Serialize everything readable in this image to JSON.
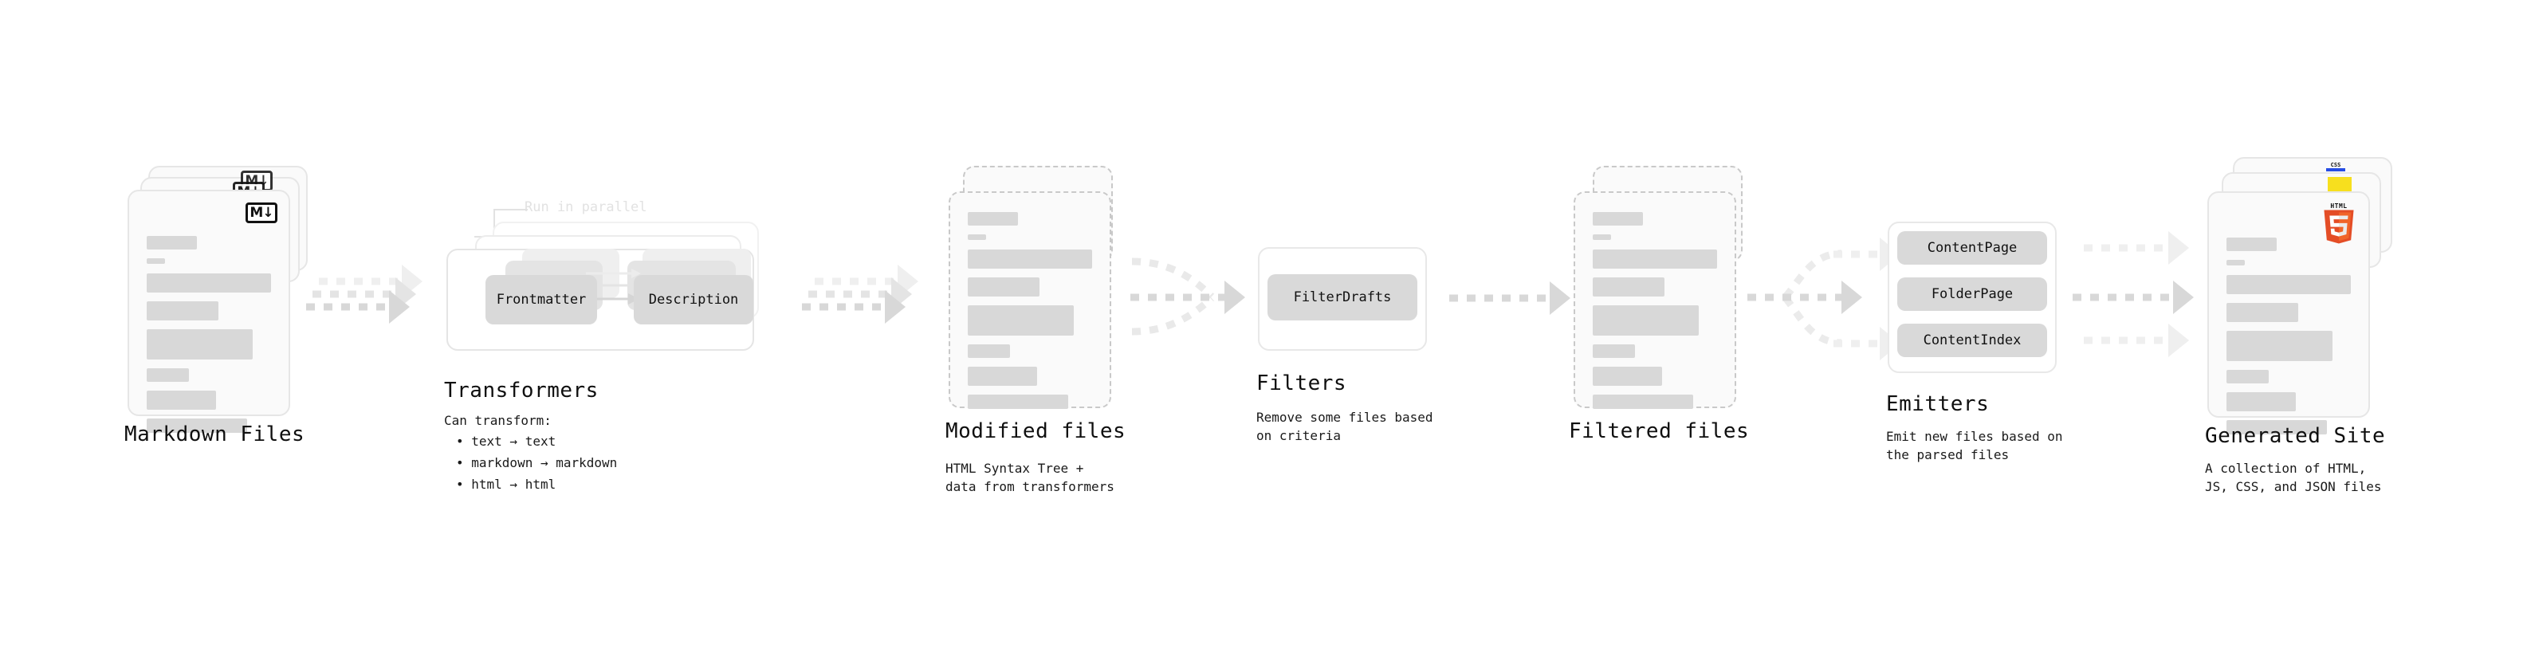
{
  "diagram": {
    "stages": [
      {
        "key": "markdown_files",
        "title": "Markdown Files",
        "subtitle": "",
        "icon": "markdown-badge",
        "badge_text": "M↓"
      },
      {
        "key": "transformers",
        "title": "Transformers",
        "subtitle": "Can transform:",
        "note": "Run in parallel",
        "bullets": [
          "• text  → text",
          "• markdown → markdown",
          "• html → html"
        ],
        "nodes": [
          "Frontmatter",
          "Description"
        ]
      },
      {
        "key": "modified_files",
        "title": "Modified files",
        "subtitle": "HTML Syntax Tree +\ndata from transformers"
      },
      {
        "key": "filters",
        "title": "Filters",
        "subtitle": "Remove some files based\non criteria",
        "nodes": [
          "FilterDrafts"
        ]
      },
      {
        "key": "filtered_files",
        "title": "Filtered files",
        "subtitle": ""
      },
      {
        "key": "emitters",
        "title": "Emitters",
        "subtitle": "Emit new files based on\nthe parsed files",
        "nodes": [
          "ContentPage",
          "FolderPage",
          "ContentIndex"
        ]
      },
      {
        "key": "generated_site",
        "title": "Generated Site",
        "subtitle": "A collection of HTML,\nJS, CSS, and JSON files",
        "icons": [
          "html5-icon",
          "js-icon",
          "css-icon"
        ],
        "html5_label_top": "HTML",
        "html5_label_num": "5",
        "css_label": "CSS"
      }
    ],
    "colors": {
      "skeleton_bar": "#d8d8d8",
      "card_bg": "#fafafa",
      "card_border": "#e6e6e6",
      "dashed_border": "#c9c9c9",
      "pill_bg": "#d9d9d9",
      "arrow": "#d8d8d8",
      "text": "#0f0f0f",
      "ghost_text": "#e2e2e2",
      "html5_orange": "#e44d26",
      "html5_orange_light": "#f16529",
      "js_yellow": "#f7df1e",
      "css_blue": "#264de4"
    }
  }
}
